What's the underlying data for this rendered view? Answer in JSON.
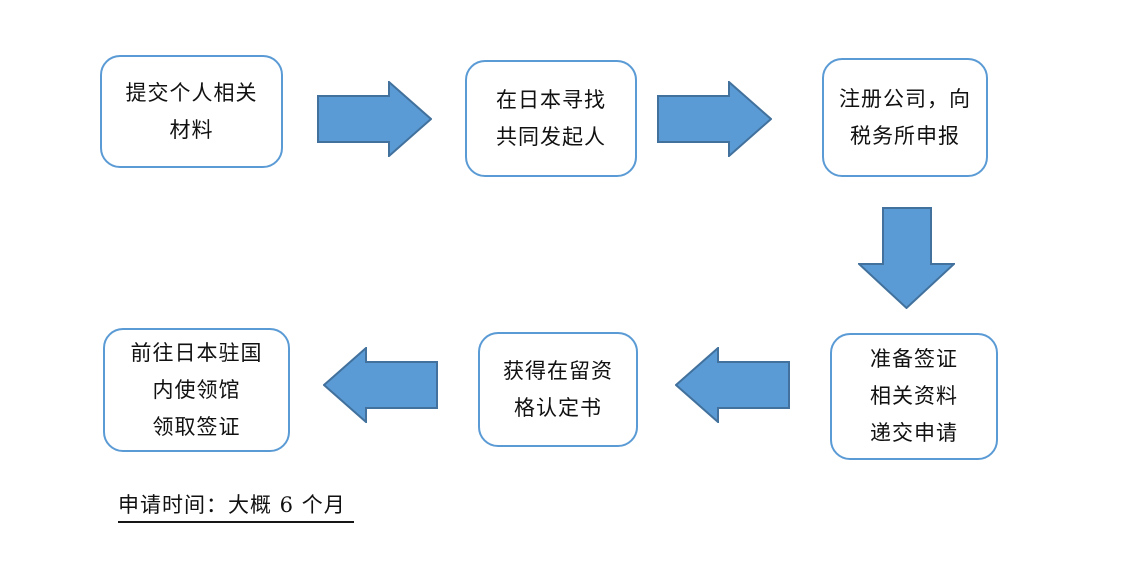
{
  "colors": {
    "arrow_fill": "#5b9bd5",
    "arrow_stroke": "#41719c",
    "box_border": "#5b9bd5",
    "box_fill": "#ffffff",
    "text_color": "#111111"
  },
  "flowchart": {
    "steps": [
      {
        "label": "提交个人相关材料",
        "lines": [
          "提交个人相关",
          "材料"
        ]
      },
      {
        "label": "在日本寻找共同发起人",
        "lines": [
          "在日本寻找",
          "共同发起人"
        ]
      },
      {
        "label": "注册公司，向税务所申报",
        "lines": [
          "注册公司，向",
          "税务所申报"
        ]
      },
      {
        "label": "准备签证相关资料递交申请",
        "lines": [
          "准备签证",
          "相关资料",
          "递交申请"
        ]
      },
      {
        "label": "获得在留资格认定书",
        "lines": [
          "获得在留资",
          "格认定书"
        ]
      },
      {
        "label": "前往日本驻国内使领馆领取签证",
        "lines": [
          "前往日本驻国",
          "内使领馆",
          "领取签证"
        ]
      }
    ],
    "connections": [
      {
        "from": 1,
        "to": 2,
        "direction": "right"
      },
      {
        "from": 2,
        "to": 3,
        "direction": "right"
      },
      {
        "from": 3,
        "to": 4,
        "direction": "down"
      },
      {
        "from": 4,
        "to": 5,
        "direction": "left"
      },
      {
        "from": 5,
        "to": 6,
        "direction": "left"
      }
    ],
    "footnote": "申请时间：大概 6 个月"
  }
}
